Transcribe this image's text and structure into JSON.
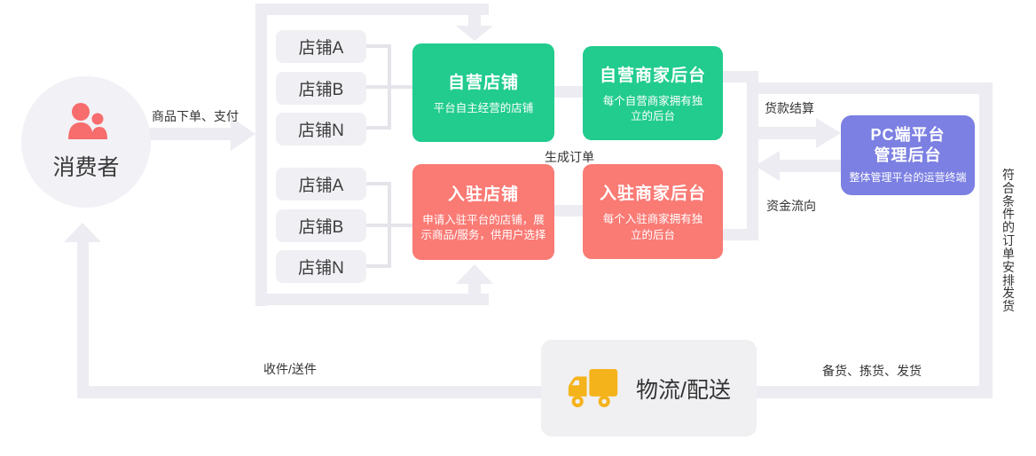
{
  "colors": {
    "green": "#21cc8e",
    "red": "#fa7a74",
    "purple": "#7c80e2",
    "flow_path": "#ececf2",
    "node_bg": "#f0f0f4",
    "person_icon": "#f76c6c",
    "truck_icon": "#f5b31b",
    "text": "#333333"
  },
  "consumer": {
    "label": "消费者"
  },
  "labels": {
    "order_pay": "商品下单、支付",
    "generate_order": "生成订单",
    "settlement": "货款结算",
    "capital_flow": "资金流向",
    "qualified_orders": "符合条件的订单安排发货",
    "receive_send": "收件/送件",
    "prepare_pick_ship": "备货、拣货、发货"
  },
  "self_shop_group": {
    "items": [
      "店铺A",
      "店铺B",
      "店铺N"
    ]
  },
  "settled_shop_group": {
    "items": [
      "店铺A",
      "店铺B",
      "店铺N"
    ]
  },
  "nodes": {
    "self_store": {
      "title": "自营店铺",
      "subtitle": "平台自主经营的店铺"
    },
    "self_merchant_backend": {
      "title": "自营商家后台",
      "subtitle": "每个自营商家拥有独立的后台"
    },
    "settled_store": {
      "title": "入驻店铺",
      "subtitle": "申请入驻平台的店铺，展示商品/服务，供用户选择"
    },
    "settled_merchant_backend": {
      "title": "入驻商家后台",
      "subtitle": "每个入驻商家拥有独立的后台"
    },
    "pc_admin": {
      "title_line1": "PC端平台",
      "title_line2": "管理后台",
      "subtitle": "整体管理平台的运营终端"
    },
    "logistics": {
      "title": "物流/配送"
    }
  }
}
